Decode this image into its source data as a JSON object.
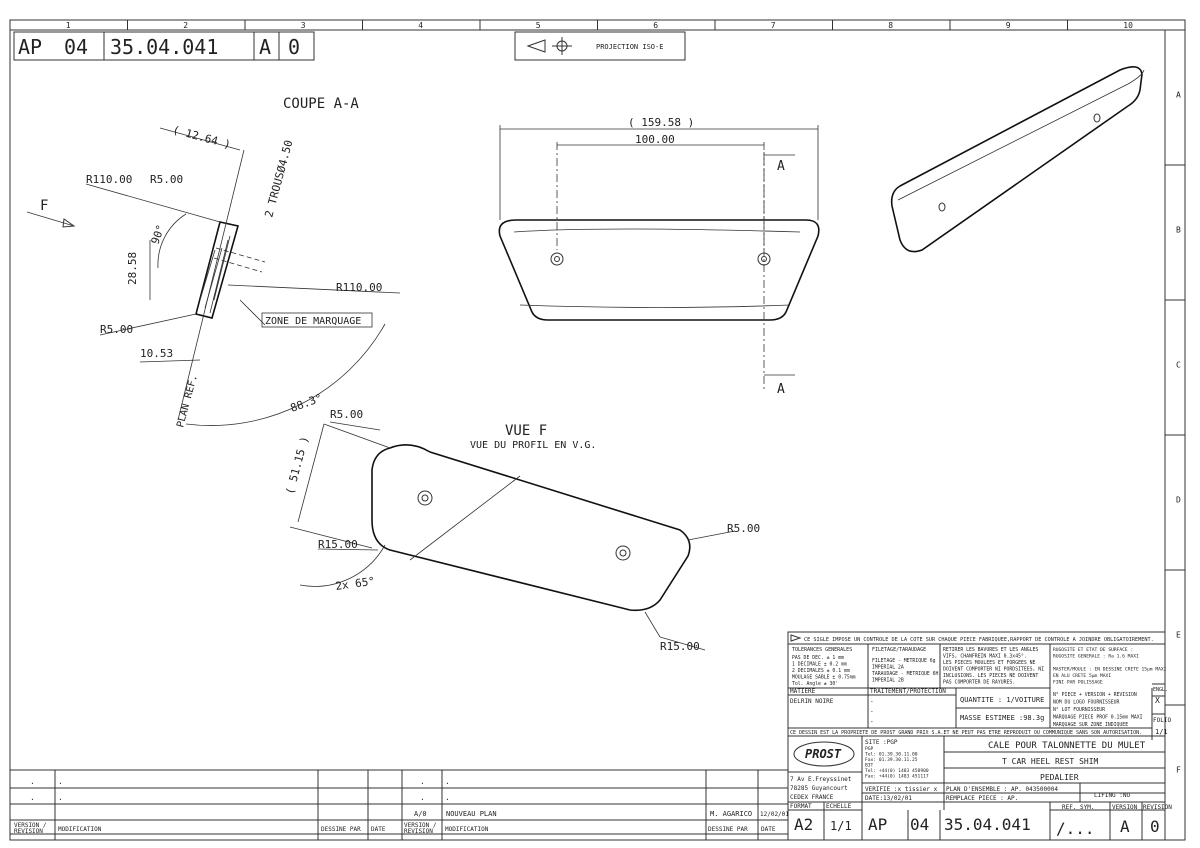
{
  "header": {
    "prefix": "AP",
    "series": "04",
    "part_number": "35.04.041",
    "version": "A",
    "revision": "0",
    "projection": "PROJECTION ISO-E",
    "columns": [
      "1",
      "2",
      "3",
      "4",
      "5",
      "6",
      "7",
      "8",
      "9",
      "10"
    ],
    "rows": [
      "A",
      "B",
      "C",
      "D",
      "E",
      "F"
    ]
  },
  "views": {
    "section_title": "COUPE  A-A",
    "view_f_title": "VUE F",
    "view_f_subtitle": "VUE DU PROFIL EN V.G.",
    "arrow_f": "F",
    "section_arrow_a1": "A",
    "section_arrow_a2": "A"
  },
  "dimensions": {
    "d1": "( 12.64 )",
    "d2": "2 TROUSØ4.50",
    "d3": "R110.00",
    "d4": "R5.00",
    "d5": "90°",
    "d6": "28.58",
    "d7": "R110.00",
    "d8": "ZONE DE MARQUAGE",
    "d9": "R5.00",
    "d10": "10.53",
    "d11": "PLAN REF.",
    "d12": "88.3°",
    "d13": "( 159.58 )",
    "d14": "100.00",
    "d15": "R5.00",
    "d16": "( 51.15 )",
    "d17": "R15.00",
    "d18": "2x 65°",
    "d19": "R5.00",
    "d20": "R15.00"
  },
  "title_block": {
    "notice_top": "CE SIGLE IMPOSE UN CONTROLE DE LA COTE SUR CHAQUE PIECE FABRIQUEE,RAPPORT DE CONTROLE A JOINDRE OBLIGATOIREMENT.",
    "tol_title": "TOLERANCES GENERALES",
    "tol_lines": [
      "PAS DE DEC.     ± 1  mm",
      "1 DECIMALE      ± 0.2 mm",
      "2 DECIMALES     ± 0.1 mm",
      "MOULAGE SABLE   ± 0.75mm",
      "Tol. Angle      ± 30'"
    ],
    "thread_title": "FILETAGE/TARAUDAGE",
    "thread_lines": [
      "FILETAGE  - METRIQUE 6g",
      "           IMPERIAL 2A",
      "TARAUDAGE - METRIQUE 6H",
      "           IMPERIAL 2B"
    ],
    "notes_lines": [
      "RETIRER LES BAVURES ET LES ANGLES",
      "VIFS, CHANFREIN MAXI 0.3x45°.",
      "LES PIECES MOULEES ET FORGEES NE",
      "DOIVENT COMPORTER NI PORDSITEES, NI",
      "INCLUSIONS. LES PIECES NE DOIVENT",
      "PAS COMPORTER DE RAYURES."
    ],
    "rugo_lines": [
      "RUGOSITE ET ETAT DE SURFACE :",
      "RUGOSITE GENERALE : Ra 1.6 MAXI",
      "",
      "MASTER/MOULE : EN DESSINE CRETE 15µm MAXI",
      "               EN ALU CRETE 5µm MAXI",
      "               FINI PAR POLISSAGE"
    ],
    "matiere_label": "MATIERE",
    "matiere": "DELRIN NOIRE",
    "traitement_label": "TRAITEMENT/PROTECTION",
    "traitement_lines": [
      "-",
      "-",
      "-"
    ],
    "quantite": "QUANTITE :  1/VOITURE",
    "masse": "MASSE ESTIMEE :98.3g",
    "piece_lines": [
      "N° PIECE + VERSION + REVISION",
      "NOM DU LOGO FOURNISSEUR",
      "N° LOT FOURNISSEUR",
      "MARQUAGE PIECE PROF 0.15mm MAXI",
      "MARQUAGE SUR ZONE INDIQUEE"
    ],
    "engl": "ENGL.",
    "engl_x": "X",
    "folio_label": "FOLIO",
    "folio": "1/1",
    "property_notice": "CE DESSIN EST LA PROPRIETE DE PROST GRAND PRIX S.A.ET NE PEUT PAS ETRE REPRODUIT OU COMMUNIQUE SANS SON AUTORISATION.",
    "logo": "PROST",
    "address": [
      "7 Av E.Freyssinet",
      "78285 Guyancourt",
      "CEDEX FRANCE"
    ],
    "site": "SITE :PGP",
    "site_lines": [
      "PGP",
      "Tel: 01.39.30.11.00",
      "Fax: 01.39.30.11.25",
      "B3T",
      "Tel: +44(0) 1483 458900",
      "Fax: +44(0) 1483 451117"
    ],
    "verifie": "VERIFIE :x tissier x",
    "date": "DATE:13/02/01",
    "title_fr": "CALE POUR TALONNETTE DU MULET",
    "title_en": "T CAR HEEL REST SHIM",
    "subassembly": "PEDALIER",
    "plan_ensemble": "PLAN D'ENSEMBLE : AP.  043500004",
    "remplace": "REMPLACE PIECE  :  AP.",
    "lifing": "LIFING :NO",
    "format_label": "FORMAT",
    "format": "A2",
    "echelle_label": "ECHELLE",
    "echelle": "1/1",
    "ref_sym_label": "REF. SYM.",
    "ref_sym": "/...",
    "version_label": "VERSION",
    "revision_label": "REVISION",
    "version": "A",
    "revision": "0"
  },
  "revision_table": {
    "version_label": "VERSION /\nREVISION",
    "modification_label": "MODIFICATION",
    "dessine_label": "DESSINE PAR",
    "date_label": "DATE",
    "row_ver": "A/0",
    "row_mod": "NOUVEAU PLAN",
    "row_by": "M. AGARICO",
    "row_date": "12/02/01",
    "dots": "."
  }
}
